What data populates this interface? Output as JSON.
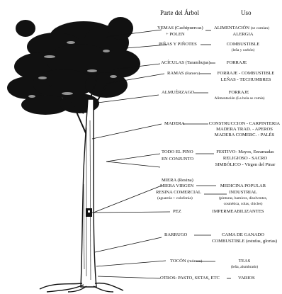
{
  "headers": {
    "part": "Parte del Árbol",
    "use": "Uso"
  },
  "rows": [
    {
      "part": "YEMAS (Cachipuercas)",
      "part2": "+ POLEN",
      "use": "ALIMENTACIÓN",
      "use_note": "(se comían)",
      "use2": "ALERGIA"
    },
    {
      "part": "PIÑAS Y PIÑOTES",
      "use": "COMBUSTIBLE",
      "use2": "(leña y carbón)"
    },
    {
      "part": "ACÍCULAS (Tarambujas)",
      "use": "FORRAJE"
    },
    {
      "part": "RAMAS",
      "part_note": "(Ramera)",
      "use": "FORRAJE - COMBUSTIBLE",
      "use2": "LEÑAS - TECHUMBRES"
    },
    {
      "part": "ALMUÉRZAGO",
      "use": "FORRAJE",
      "use2": "Alimentación (La bola se comía)"
    },
    {
      "part": "MADERA",
      "use": "CONSTRUCCION - CARPINTERIA",
      "use2": "MADERA TRAD. - APEROS",
      "use3": "MADERA COMERC. - PALÉS"
    },
    {
      "part": "TODO EL PINO",
      "part2": "EN CONJUNTO",
      "use": "FESTIVO- Mayos, Enramadas",
      "use2": "RELIGIOSO - SACRO",
      "use3": "SIMBÓLICO - Virgen del Pinar"
    },
    {
      "part": "MIERA (Resina)",
      "part2": "MIERA VIRGEN",
      "part3": "RESINA COMERCIAL",
      "part4": "(aguarrás + colofonia)",
      "use": "MEDICINA POPULAR",
      "use2": "INDUSTRIAL",
      "use3": "(pinturas, barnices, disolventes,",
      "use4": "cosmética, colas, chicles)"
    },
    {
      "part": "PEZ",
      "use": "IMPERMEABILIZANTES"
    },
    {
      "part": "BARRUGO",
      "use": "CAMA DE GANADO",
      "use2": "COMBUSTIBLE (estufas, glorias)"
    },
    {
      "part": "TOCÓN",
      "part_note": "(méanzo)",
      "use": "TEAS",
      "use2": "(leña, alumbrado)"
    },
    {
      "part": "OTROS: PASTO, SETAS, ETC",
      "use": "VARIOS"
    }
  ]
}
